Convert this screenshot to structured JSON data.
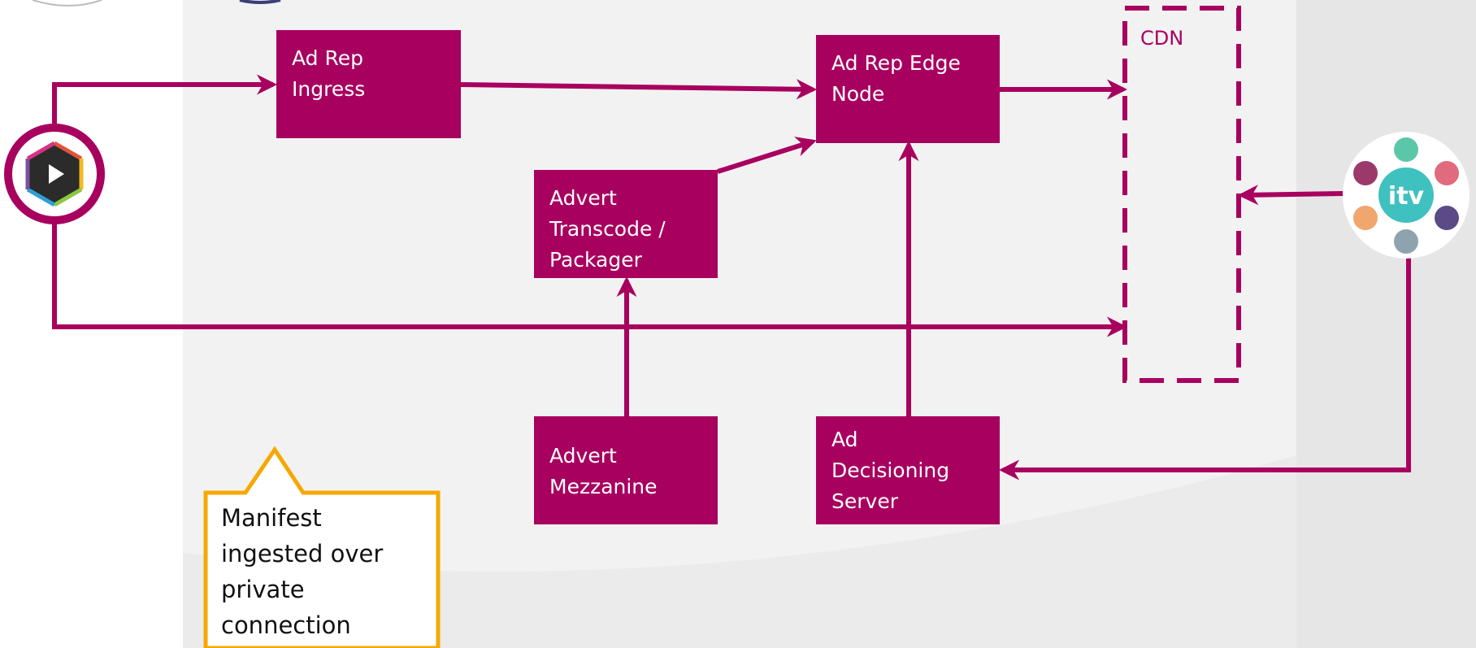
{
  "boxes": {
    "ad_rep_ingress": [
      "Ad Rep",
      "Ingress"
    ],
    "ad_rep_edge_node": [
      "Ad Rep Edge",
      "Node"
    ],
    "advert_transcode_packager": [
      "Advert",
      "Transcode /",
      "Packager"
    ],
    "advert_mezzanine": [
      "Advert",
      "Mezzanine"
    ],
    "ad_decisioning_server": [
      "Ad",
      "Decisioning",
      "Server"
    ]
  },
  "cdn": {
    "label": "CDN"
  },
  "callout": {
    "lines": [
      "Manifest",
      "ingested over",
      "private",
      "connection"
    ]
  },
  "icons": {
    "source": "play-icon",
    "client": "itv-logo-icon"
  },
  "colors": {
    "primary": "#a8005f",
    "callout_border": "#f5a800",
    "background": "#f2f2f2"
  }
}
